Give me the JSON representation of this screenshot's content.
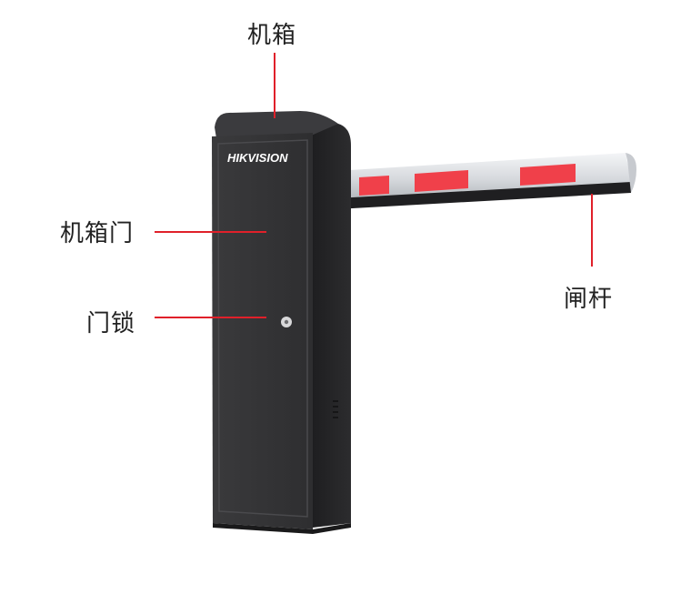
{
  "labels": {
    "cabinet": "机箱",
    "cabinet_door": "机箱门",
    "door_lock": "门锁",
    "barrier_arm": "闸杆"
  },
  "brand": "HIKVISION",
  "colors": {
    "leader_line": "#e0202a",
    "cabinet": "#2b2b2d",
    "stripe_red": "#f0404a",
    "arm_silver": "#d9dce0"
  }
}
